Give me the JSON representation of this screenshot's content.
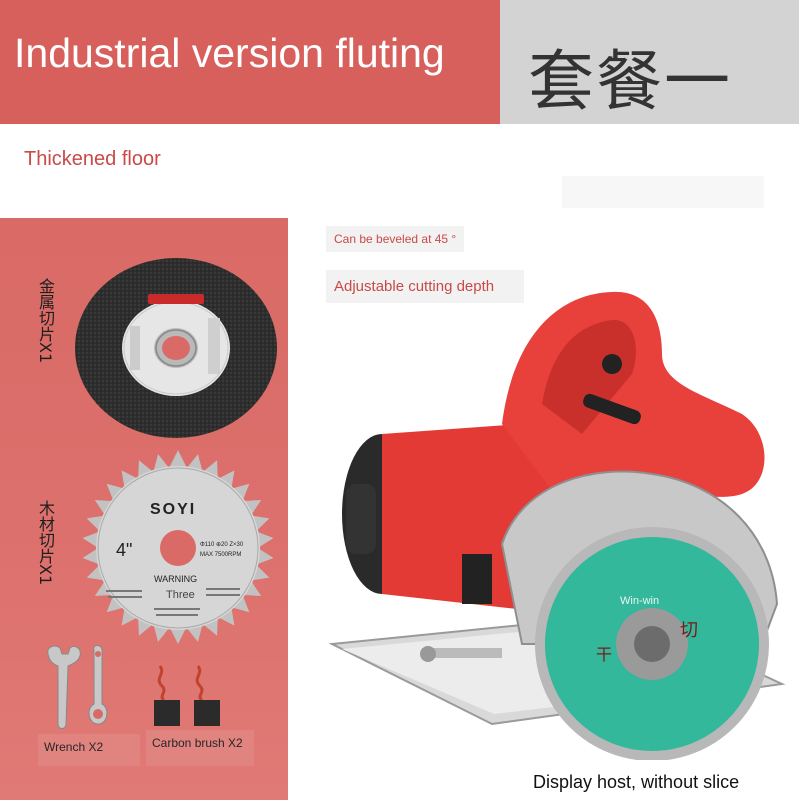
{
  "banner": {
    "title": "Industrial version fluting",
    "package": "套餐一"
  },
  "subtitle": "Thickened floor",
  "accessories": {
    "metal_disc_label": "金属切片X1",
    "wood_blade_label": "木材切片X1",
    "wood_blade": {
      "brand": "SOYI",
      "size": "4\"",
      "spec": "Φ110 ⊕20 Z×30",
      "max_rpm": "MAX 7500RPM",
      "warning": "WARNING",
      "overlay": "Three"
    },
    "wrench_label": "Wrench X2",
    "brush_label": "Carbon brush X2"
  },
  "features": {
    "bevel": "Can be beveled at 45 °",
    "depth": "Adjustable cutting depth"
  },
  "tool": {
    "blade_text": "Win-win",
    "blade_glyph_1": "切",
    "blade_glyph_2": "干"
  },
  "caption": "Display host, without slice",
  "colors": {
    "brand_red": "#d8605c",
    "tool_red": "#e33a36",
    "blade_green": "#33b89c"
  }
}
